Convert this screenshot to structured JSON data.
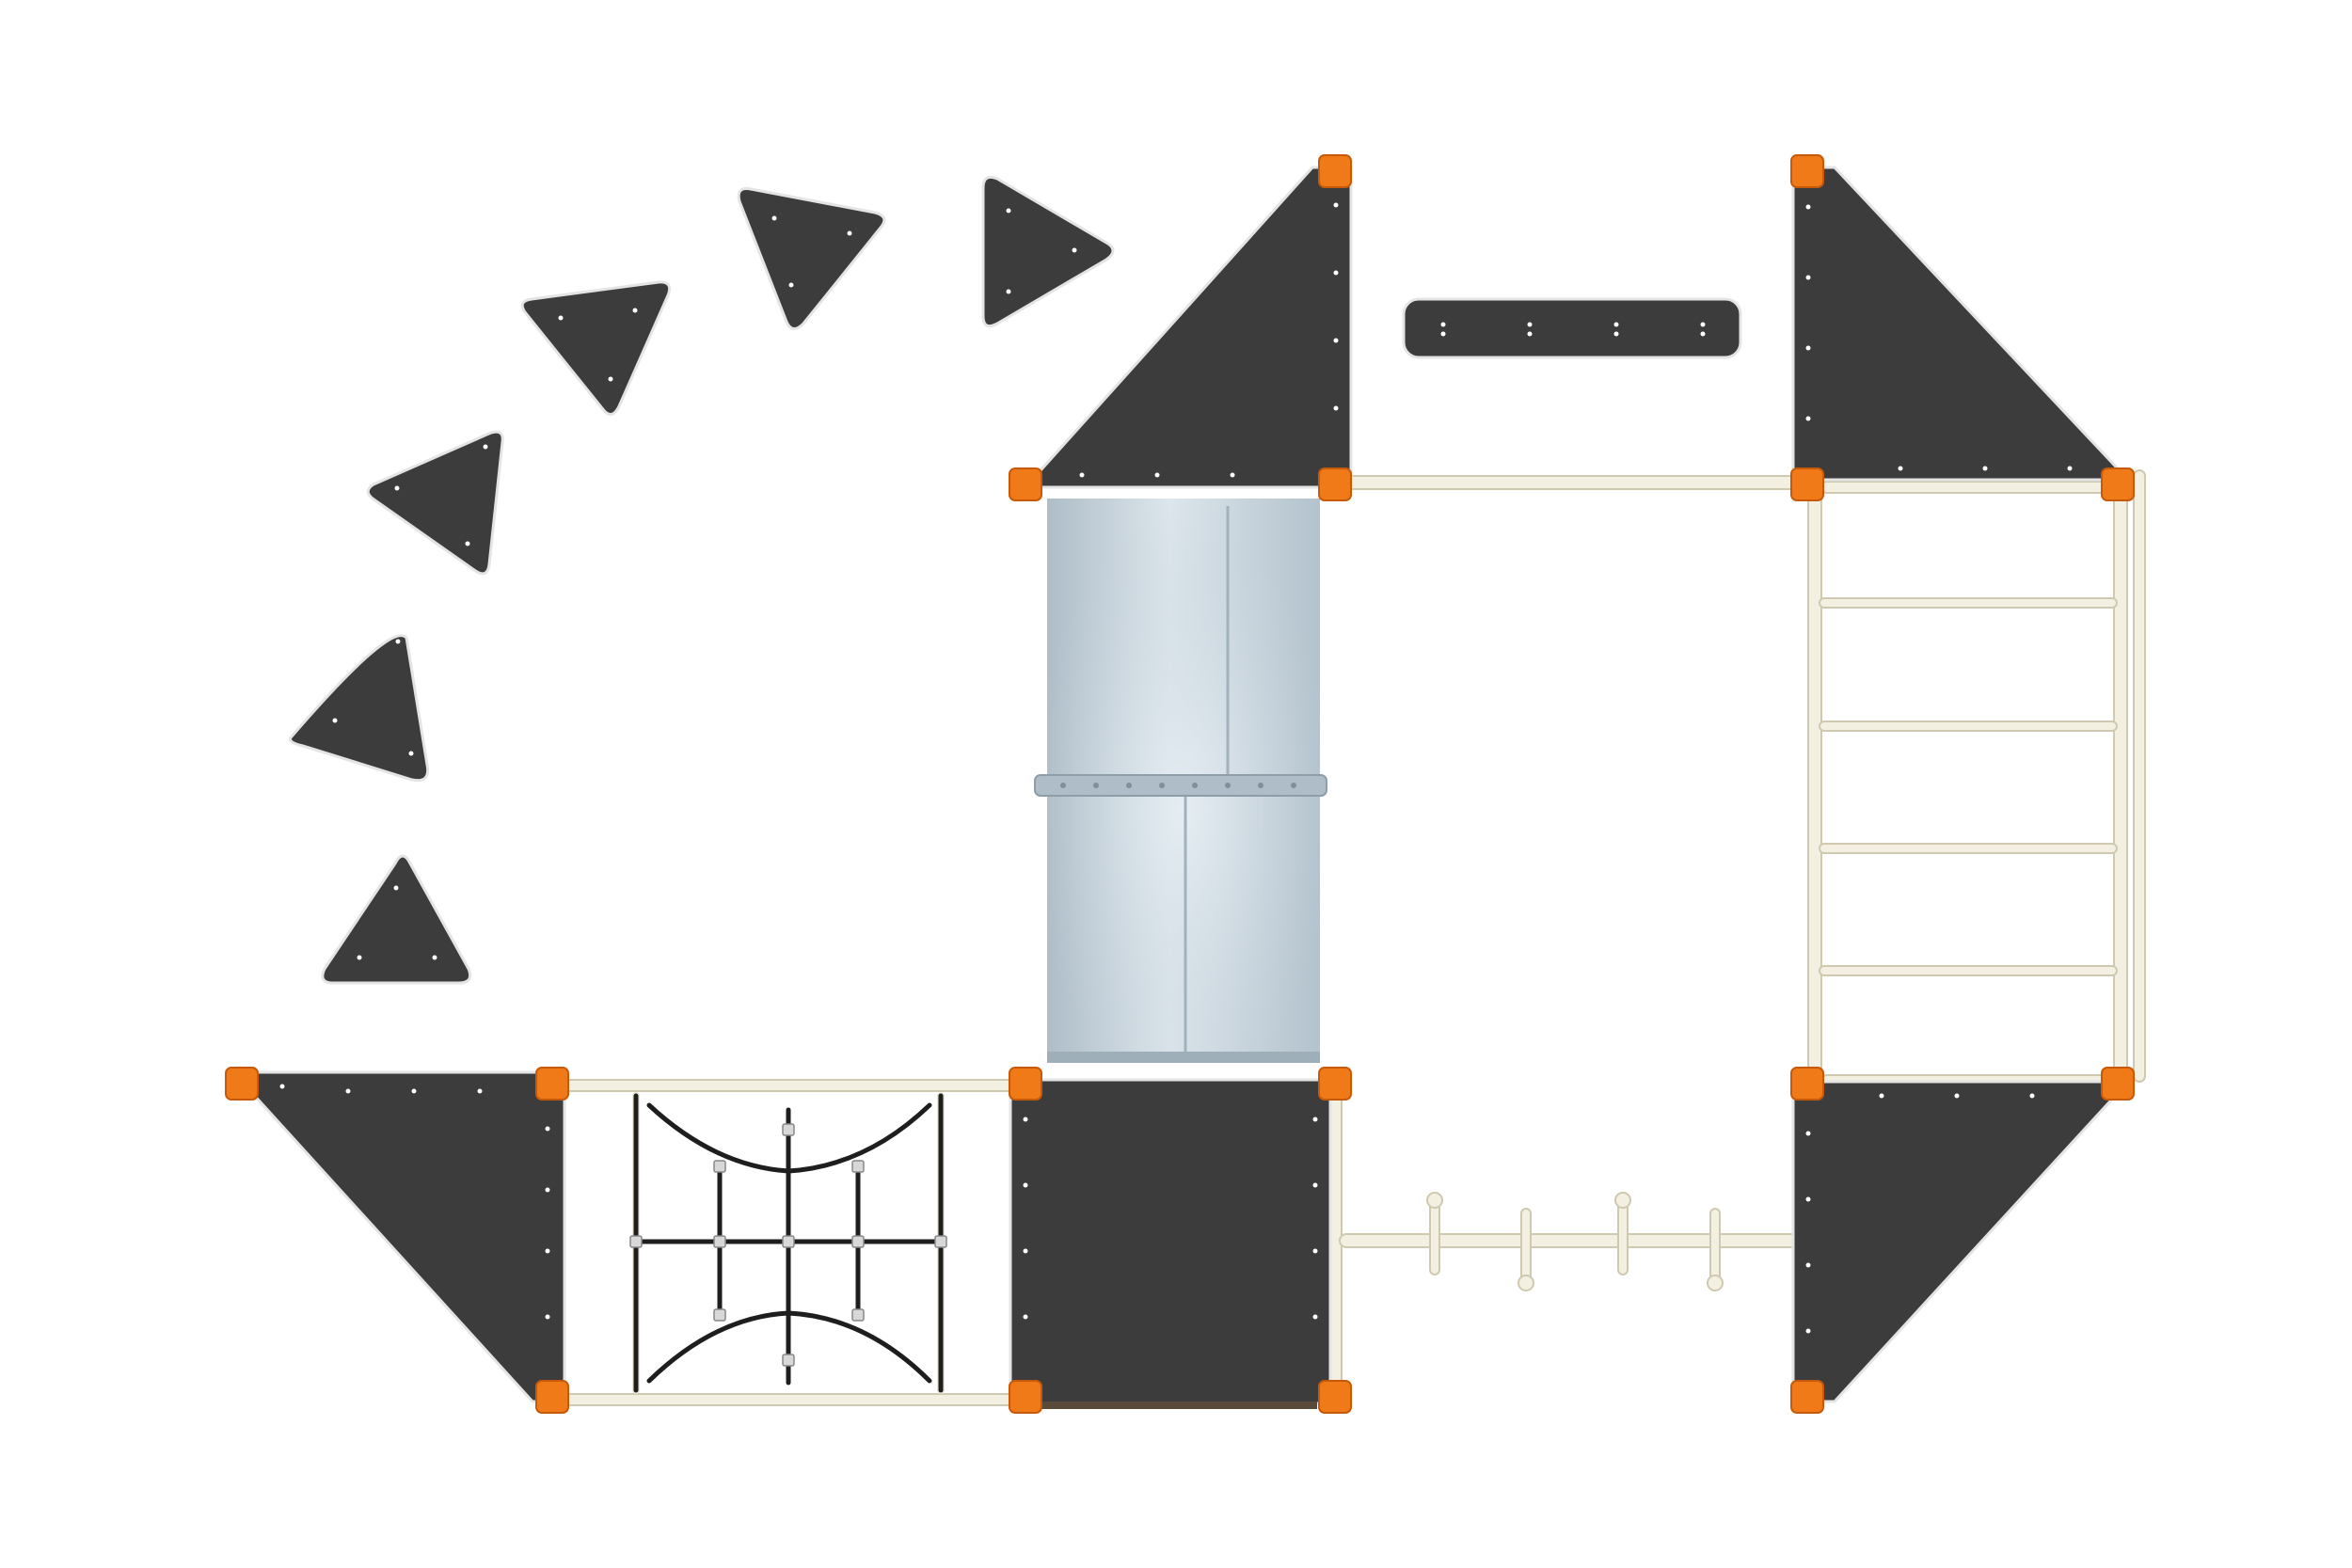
{
  "title": "",
  "colors": {
    "background": "#ffffff",
    "panel": "#3c3c3c",
    "panel_edge": "#e8e8e8",
    "connector": "#f07a18",
    "connector_dark": "#c75a08",
    "tube": "#c9d6df",
    "tube_shade": "#a9b8c3",
    "tube_highlight": "#e3ebf0",
    "pipe": "#f3f0e2",
    "pipe_edge": "#cfc9b1",
    "rope": "#1e1e1e",
    "bolt": "#ffffff"
  },
  "components": [
    "climbing-hold",
    "triangle-deck",
    "square-deck",
    "crawl-tube",
    "horizontal-ladder",
    "rope-net",
    "wobble-bridge",
    "climbing-bar"
  ],
  "icons": [
    "bolt-icon",
    "corner-connector-icon"
  ]
}
